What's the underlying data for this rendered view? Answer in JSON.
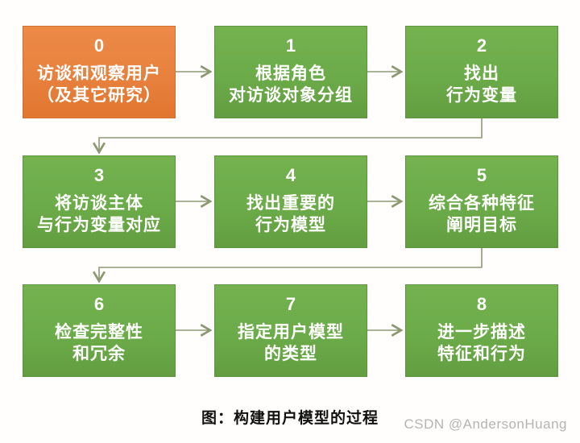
{
  "diagram": {
    "title_caption": "图：构建用户模型的过程",
    "watermark": "CSDN @AndersonHuang",
    "boxes": [
      {
        "number": "0",
        "lines": [
          "访谈和观察用户",
          "（及其它研究）"
        ],
        "variant": "orange"
      },
      {
        "number": "1",
        "lines": [
          "根据角色",
          "对访谈对象分组"
        ],
        "variant": "green"
      },
      {
        "number": "2",
        "lines": [
          "找出",
          "行为变量"
        ],
        "variant": "green"
      },
      {
        "number": "3",
        "lines": [
          "将访谈主体",
          "与行为变量对应"
        ],
        "variant": "green"
      },
      {
        "number": "4",
        "lines": [
          "找出重要的",
          "行为模型"
        ],
        "variant": "green"
      },
      {
        "number": "5",
        "lines": [
          "综合各种特征",
          "阐明目标"
        ],
        "variant": "green"
      },
      {
        "number": "6",
        "lines": [
          "检查完整性",
          "和冗余"
        ],
        "variant": "green"
      },
      {
        "number": "7",
        "lines": [
          "指定用户模型",
          "的类型"
        ],
        "variant": "green"
      },
      {
        "number": "8",
        "lines": [
          "进一步描述",
          "特征和行为"
        ],
        "variant": "green"
      }
    ],
    "flow_order": [
      "0→1",
      "1→2",
      "2→3",
      "3→4",
      "4→5",
      "5→6",
      "6→7",
      "7→8"
    ],
    "colors": {
      "step_green": "#6CAB49",
      "step_green_border": "#5E9440",
      "step_orange": "#E8813E",
      "step_orange_border": "#D06F2F",
      "connector": "#8C9873",
      "step_text": "#FFFFFF",
      "caption_text": "#111111",
      "watermark_text": "#B4B4B4",
      "background": "#FFFEFC"
    }
  }
}
